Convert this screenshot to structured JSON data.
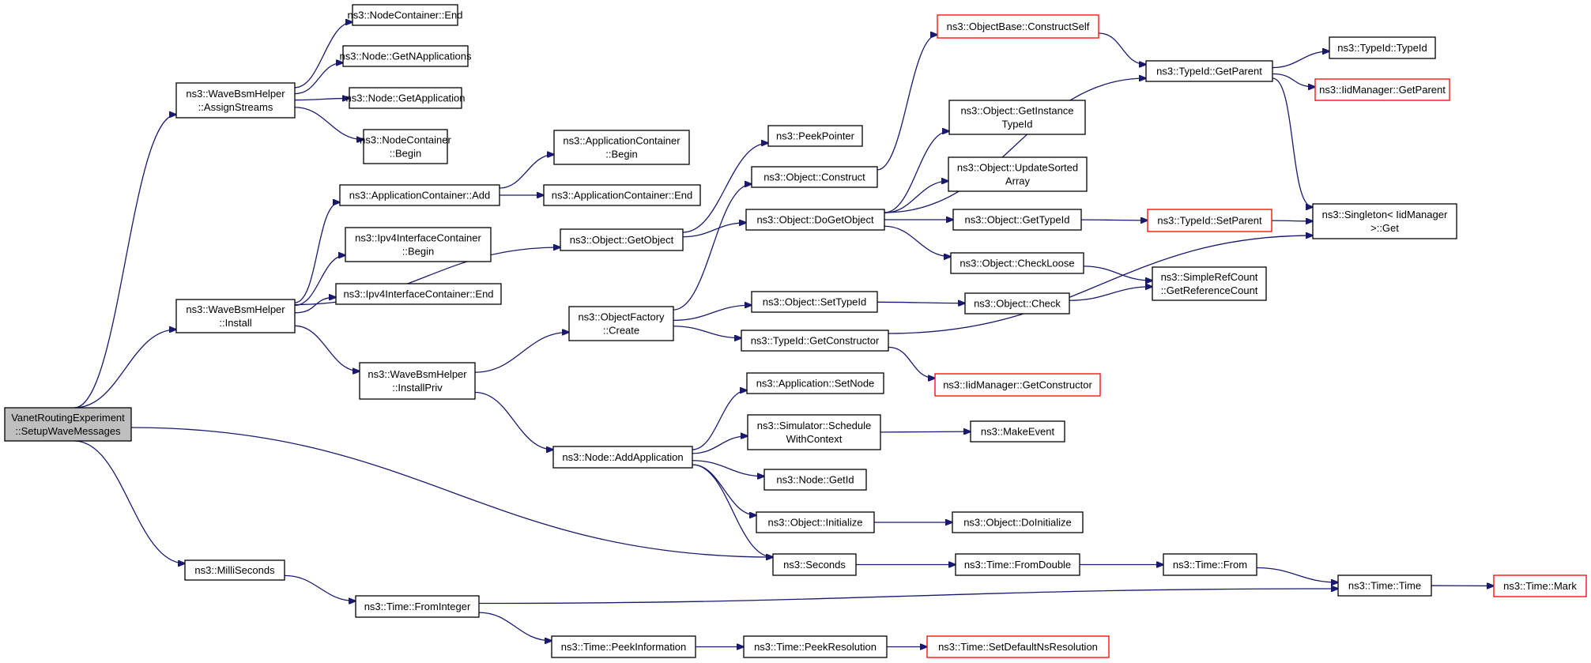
{
  "graph": {
    "nodes": [
      {
        "id": "root",
        "lines": [
          "VanetRoutingExperiment",
          "::SetupWaveMessages"
        ],
        "kind": "root"
      },
      {
        "id": "assignstreams",
        "lines": [
          "ns3::WaveBsmHelper",
          "::AssignStreams"
        ]
      },
      {
        "id": "install",
        "lines": [
          "ns3::WaveBsmHelper",
          "::Install"
        ]
      },
      {
        "id": "milliseconds",
        "lines": [
          "ns3::MilliSeconds"
        ]
      },
      {
        "id": "seconds",
        "lines": [
          "ns3::Seconds"
        ]
      },
      {
        "id": "nc_end",
        "lines": [
          "ns3::NodeContainer::End"
        ]
      },
      {
        "id": "node_getnapps",
        "lines": [
          "ns3::Node::GetNApplications"
        ]
      },
      {
        "id": "node_getapp",
        "lines": [
          "ns3::Node::GetApplication"
        ]
      },
      {
        "id": "nc_begin",
        "lines": [
          "ns3::NodeContainer",
          "::Begin"
        ]
      },
      {
        "id": "ac_add",
        "lines": [
          "ns3::ApplicationContainer::Add"
        ]
      },
      {
        "id": "ipv4ic_begin",
        "lines": [
          "ns3::Ipv4InterfaceContainer",
          "::Begin"
        ]
      },
      {
        "id": "ipv4ic_end",
        "lines": [
          "ns3::Ipv4InterfaceContainer::End"
        ]
      },
      {
        "id": "installpriv",
        "lines": [
          "ns3::WaveBsmHelper",
          "::InstallPriv"
        ]
      },
      {
        "id": "time_fromint",
        "lines": [
          "ns3::Time::FromInteger"
        ]
      },
      {
        "id": "ac_begin",
        "lines": [
          "ns3::ApplicationContainer",
          "::Begin"
        ]
      },
      {
        "id": "ac_end",
        "lines": [
          "ns3::ApplicationContainer::End"
        ]
      },
      {
        "id": "obj_getobject",
        "lines": [
          "ns3::Object::GetObject"
        ]
      },
      {
        "id": "objfactory_create",
        "lines": [
          "ns3::ObjectFactory",
          "::Create"
        ]
      },
      {
        "id": "node_addapp",
        "lines": [
          "ns3::Node::AddApplication"
        ]
      },
      {
        "id": "time_peekinfo",
        "lines": [
          "ns3::Time::PeekInformation"
        ]
      },
      {
        "id": "peekpointer",
        "lines": [
          "ns3::PeekPointer"
        ]
      },
      {
        "id": "obj_construct",
        "lines": [
          "ns3::Object::Construct"
        ]
      },
      {
        "id": "obj_dogetobject",
        "lines": [
          "ns3::Object::DoGetObject"
        ]
      },
      {
        "id": "obj_settypeid",
        "lines": [
          "ns3::Object::SetTypeId"
        ]
      },
      {
        "id": "typeid_getctor",
        "lines": [
          "ns3::TypeId::GetConstructor"
        ]
      },
      {
        "id": "app_setnode",
        "lines": [
          "ns3::Application::SetNode"
        ]
      },
      {
        "id": "sim_schedule",
        "lines": [
          "ns3::Simulator::Schedule",
          "WithContext"
        ]
      },
      {
        "id": "node_getid",
        "lines": [
          "ns3::Node::GetId"
        ]
      },
      {
        "id": "obj_initialize",
        "lines": [
          "ns3::Object::Initialize"
        ]
      },
      {
        "id": "time_peekres",
        "lines": [
          "ns3::Time::PeekResolution"
        ]
      },
      {
        "id": "objbase_constructself",
        "lines": [
          "ns3::ObjectBase::ConstructSelf"
        ],
        "kind": "trunc"
      },
      {
        "id": "obj_getinstancetypeid",
        "lines": [
          "ns3::Object::GetInstance",
          "TypeId"
        ]
      },
      {
        "id": "obj_updatesorted",
        "lines": [
          "ns3::Object::UpdateSorted",
          "Array"
        ]
      },
      {
        "id": "obj_gettypeid",
        "lines": [
          "ns3::Object::GetTypeId"
        ]
      },
      {
        "id": "obj_checkloose",
        "lines": [
          "ns3::Object::CheckLoose"
        ]
      },
      {
        "id": "obj_check",
        "lines": [
          "ns3::Object::Check"
        ]
      },
      {
        "id": "iidmanager_getctor",
        "lines": [
          "ns3::IidManager::GetConstructor"
        ],
        "kind": "trunc"
      },
      {
        "id": "makeevent",
        "lines": [
          "ns3::MakeEvent"
        ]
      },
      {
        "id": "obj_doinitialize",
        "lines": [
          "ns3::Object::DoInitialize"
        ]
      },
      {
        "id": "time_fromdouble",
        "lines": [
          "ns3::Time::FromDouble"
        ]
      },
      {
        "id": "time_setdefaultnsres",
        "lines": [
          "ns3::Time::SetDefaultNsResolution"
        ],
        "kind": "trunc"
      },
      {
        "id": "typeid_getparent",
        "lines": [
          "ns3::TypeId::GetParent"
        ]
      },
      {
        "id": "typeid_setparent",
        "lines": [
          "ns3::TypeId::SetParent"
        ],
        "kind": "trunc"
      },
      {
        "id": "simplerefcount",
        "lines": [
          "ns3::SimpleRefCount",
          "::GetReferenceCount"
        ]
      },
      {
        "id": "time_from",
        "lines": [
          "ns3::Time::From"
        ]
      },
      {
        "id": "typeid_typeid",
        "lines": [
          "ns3::TypeId::TypeId"
        ]
      },
      {
        "id": "iidmanager_getparent",
        "lines": [
          "ns3::IidManager::GetParent"
        ],
        "kind": "trunc"
      },
      {
        "id": "singleton_get",
        "lines": [
          "ns3::Singleton< IidManager",
          " >::Get"
        ]
      },
      {
        "id": "time_time",
        "lines": [
          "ns3::Time::Time"
        ]
      },
      {
        "id": "time_mark",
        "lines": [
          "ns3::Time::Mark"
        ],
        "kind": "trunc"
      }
    ],
    "edges": [
      [
        "root",
        "assignstreams"
      ],
      [
        "root",
        "install"
      ],
      [
        "root",
        "milliseconds"
      ],
      [
        "root",
        "seconds"
      ],
      [
        "assignstreams",
        "nc_end"
      ],
      [
        "assignstreams",
        "node_getnapps"
      ],
      [
        "assignstreams",
        "node_getapp"
      ],
      [
        "assignstreams",
        "nc_begin"
      ],
      [
        "install",
        "ac_add"
      ],
      [
        "install",
        "ipv4ic_begin"
      ],
      [
        "install",
        "ipv4ic_end"
      ],
      [
        "install",
        "obj_getobject"
      ],
      [
        "install",
        "installpriv"
      ],
      [
        "ac_add",
        "ac_begin"
      ],
      [
        "ac_add",
        "ac_end"
      ],
      [
        "installpriv",
        "objfactory_create"
      ],
      [
        "installpriv",
        "node_addapp"
      ],
      [
        "milliseconds",
        "time_fromint"
      ],
      [
        "time_fromint",
        "time_peekinfo"
      ],
      [
        "time_fromint",
        "time_time"
      ],
      [
        "obj_getobject",
        "peekpointer"
      ],
      [
        "obj_getobject",
        "obj_dogetobject"
      ],
      [
        "objfactory_create",
        "obj_construct"
      ],
      [
        "objfactory_create",
        "obj_settypeid"
      ],
      [
        "objfactory_create",
        "typeid_getctor"
      ],
      [
        "node_addapp",
        "app_setnode"
      ],
      [
        "node_addapp",
        "sim_schedule"
      ],
      [
        "node_addapp",
        "node_getid"
      ],
      [
        "node_addapp",
        "obj_initialize"
      ],
      [
        "node_addapp",
        "seconds"
      ],
      [
        "time_peekinfo",
        "time_peekres"
      ],
      [
        "obj_construct",
        "objbase_constructself"
      ],
      [
        "obj_dogetobject",
        "typeid_getparent"
      ],
      [
        "obj_dogetobject",
        "obj_getinstancetypeid"
      ],
      [
        "obj_dogetobject",
        "obj_updatesorted"
      ],
      [
        "obj_dogetobject",
        "obj_gettypeid"
      ],
      [
        "obj_dogetobject",
        "obj_checkloose"
      ],
      [
        "obj_settypeid",
        "obj_check"
      ],
      [
        "typeid_getctor",
        "iidmanager_getctor"
      ],
      [
        "typeid_getctor",
        "singleton_get"
      ],
      [
        "sim_schedule",
        "makeevent"
      ],
      [
        "obj_initialize",
        "obj_doinitialize"
      ],
      [
        "seconds",
        "time_fromdouble"
      ],
      [
        "time_peekres",
        "time_setdefaultnsres"
      ],
      [
        "objbase_constructself",
        "typeid_getparent"
      ],
      [
        "obj_gettypeid",
        "typeid_setparent"
      ],
      [
        "obj_checkloose",
        "simplerefcount"
      ],
      [
        "obj_check",
        "simplerefcount"
      ],
      [
        "time_fromdouble",
        "time_from"
      ],
      [
        "typeid_getparent",
        "typeid_typeid"
      ],
      [
        "typeid_getparent",
        "iidmanager_getparent"
      ],
      [
        "typeid_getparent",
        "singleton_get"
      ],
      [
        "typeid_setparent",
        "singleton_get"
      ],
      [
        "time_from",
        "time_time"
      ],
      [
        "time_time",
        "time_mark"
      ]
    ]
  }
}
